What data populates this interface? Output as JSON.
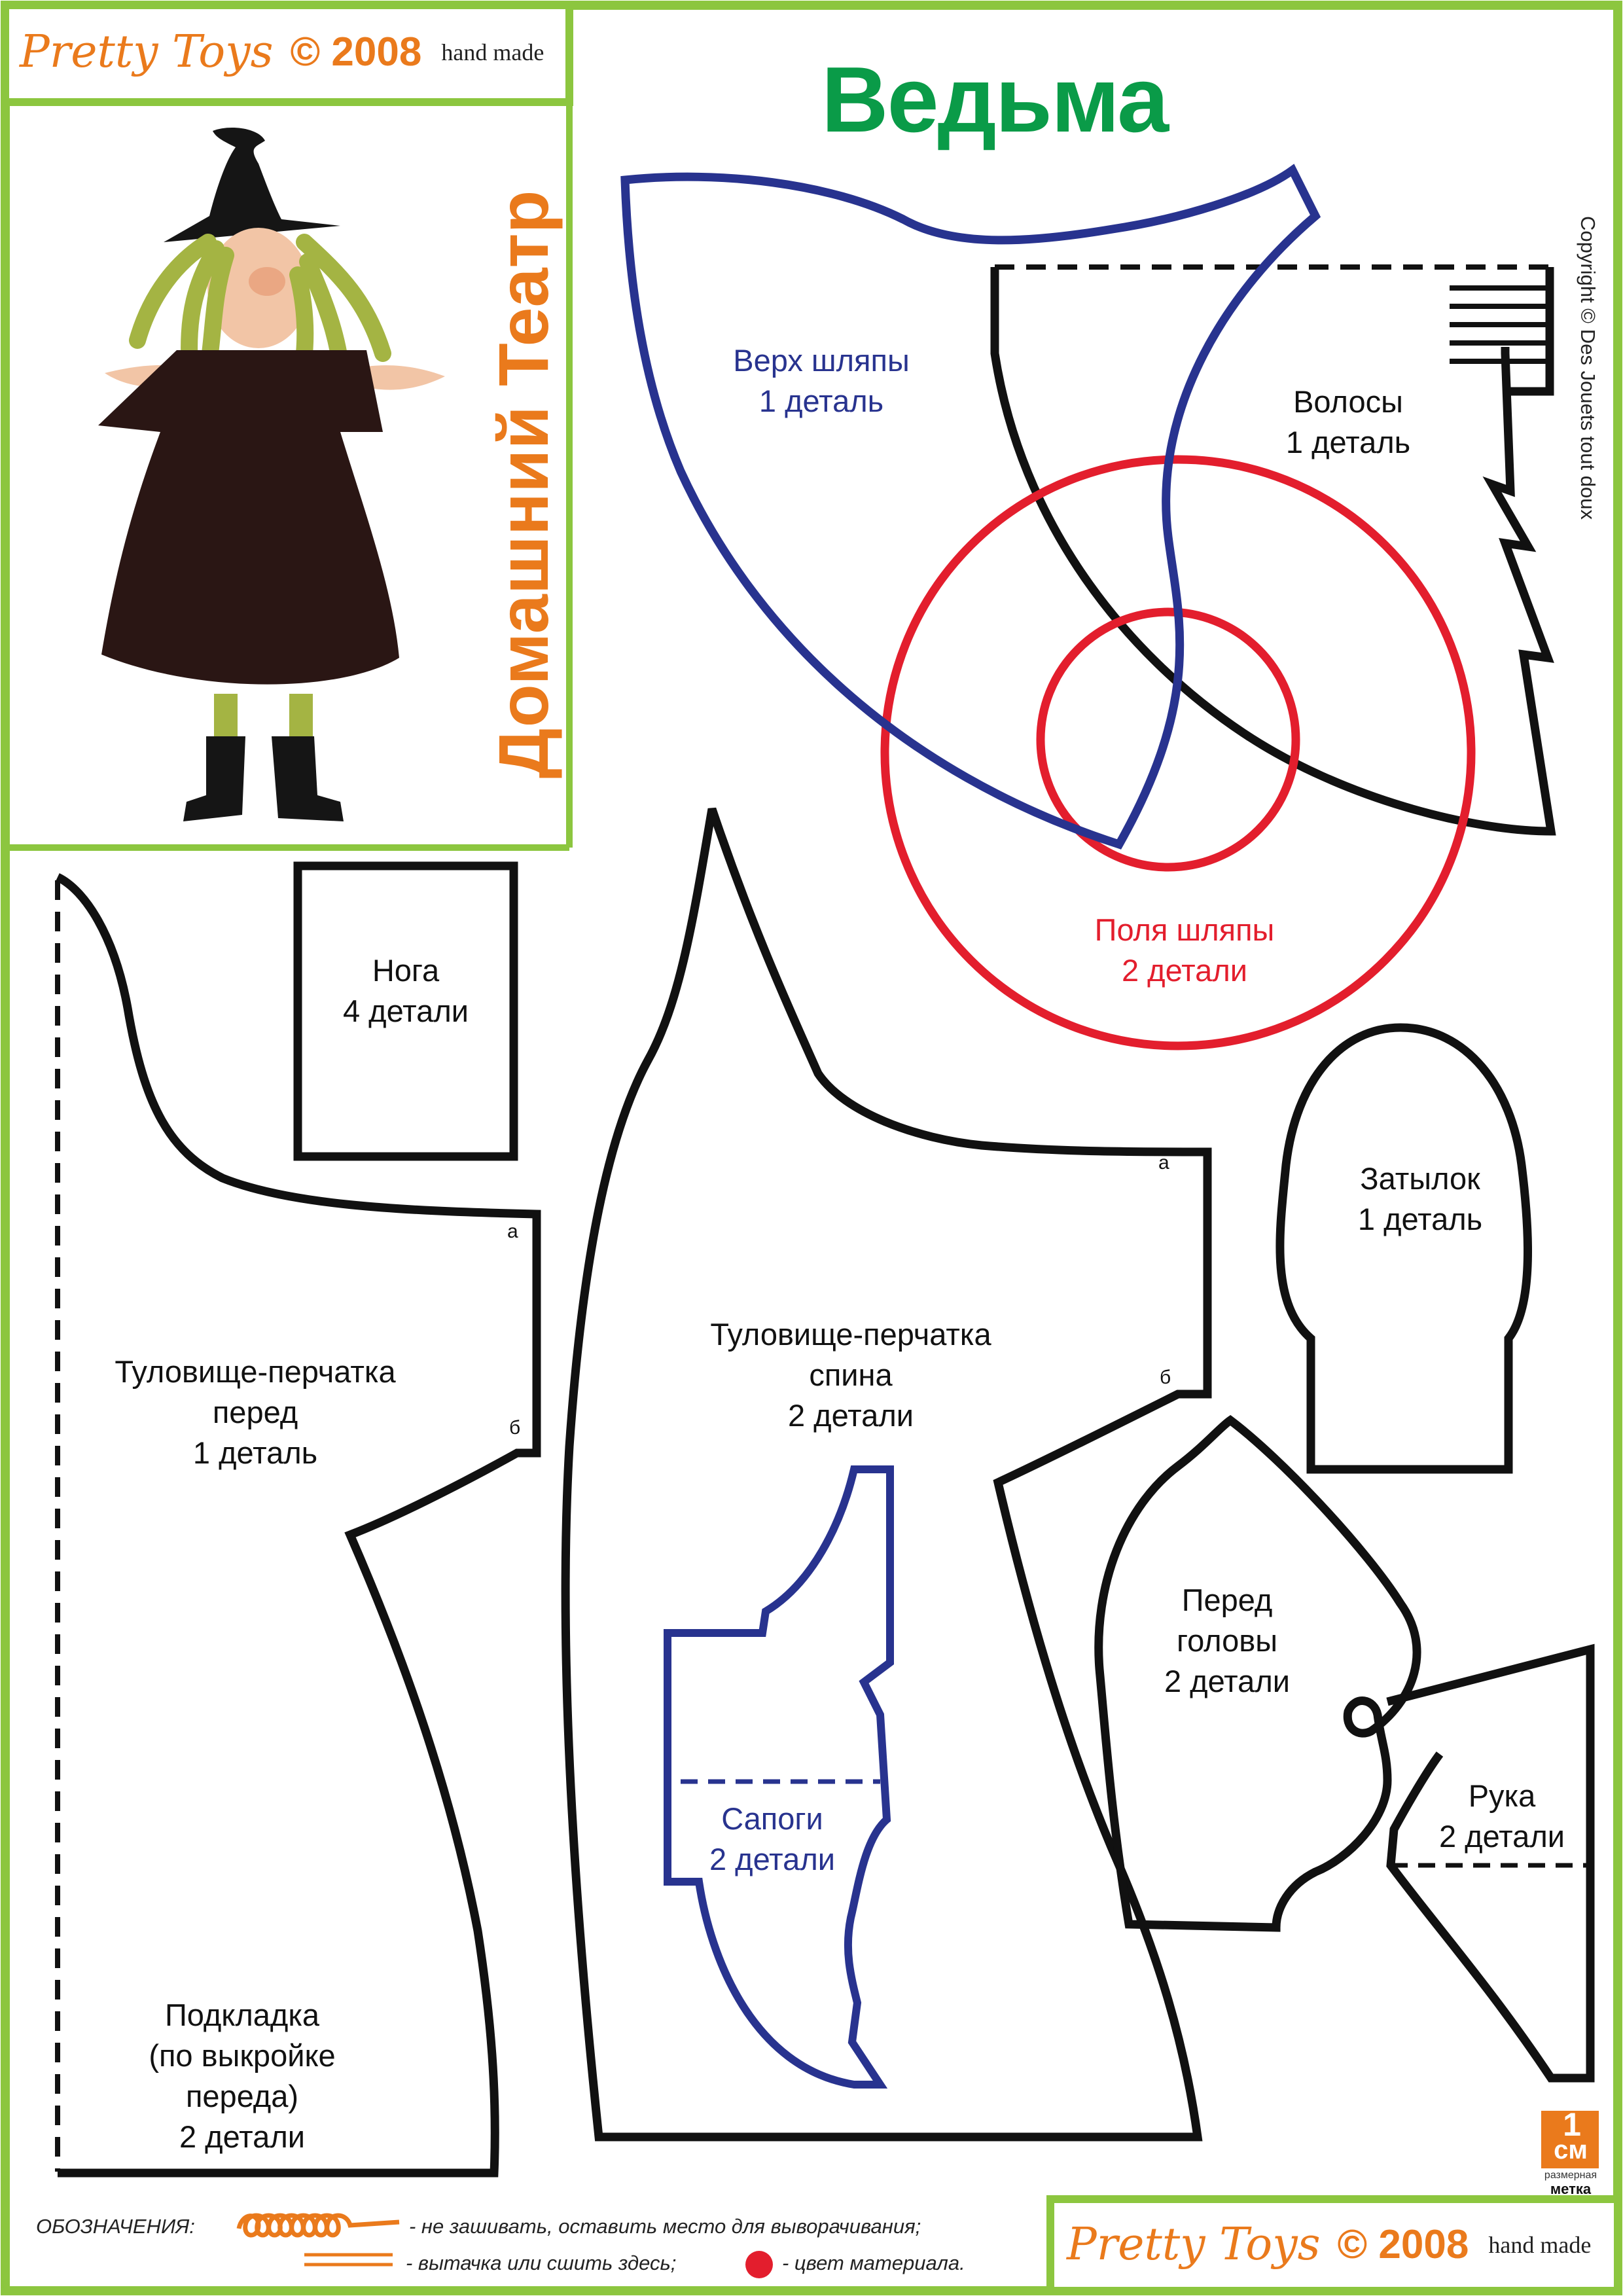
{
  "header": {
    "brand_script": "Pretty Toys",
    "brand_year": "© 2008",
    "brand_handmade": "hand made",
    "title": "Ведьма",
    "vertical_title": "Домашний Театр",
    "copyright": "Copyright © Des Jouets tout doux"
  },
  "pieces": {
    "hat_top": {
      "name": "Верх шляпы",
      "count": "1 деталь",
      "color": "#28338f"
    },
    "hair": {
      "name": "Волосы",
      "count": "1 деталь",
      "color": "#111111"
    },
    "hat_brim": {
      "name": "Поля шляпы",
      "count": "2 детали",
      "color": "#e31e2d"
    },
    "leg": {
      "name": "Нога",
      "count": "4 детали"
    },
    "body_front": {
      "name": "Туловище-перчатка",
      "side": "перед",
      "count": "1 деталь"
    },
    "body_back": {
      "name": "Туловище-перчатка",
      "side": "спина",
      "count": "2 детали"
    },
    "head_back": {
      "name": "Затылок",
      "count": "1 деталь"
    },
    "head_front": {
      "name": "Перед",
      "side": "головы",
      "count": "2 детали"
    },
    "arm": {
      "name": "Рука",
      "count": "2 детали"
    },
    "boots": {
      "name": "Сапоги",
      "count": "2 детали",
      "color": "#28338f"
    },
    "lining": {
      "name": "Подкладка",
      "note1": "(по выкройке",
      "note2": "переда)",
      "count": "2 детали"
    }
  },
  "marks": {
    "a": "а",
    "b": "б"
  },
  "scale_badge": {
    "number": "1",
    "unit": "см",
    "line1": "размерная",
    "line2": "метка"
  },
  "legend": {
    "title": "ОБОЗНАЧЕНИЯ:",
    "item1": "- не зашивать, оставить место  для выворачивания;",
    "item2": "- вытачка или сшить здесь;",
    "item3": "- цвет материала."
  },
  "footer": {
    "brand_script": "Pretty Toys",
    "brand_year": "© 2008",
    "brand_handmade": "hand made"
  },
  "colors": {
    "frame_green": "#8cc63f",
    "title_green": "#0a9b48",
    "orange": "#ea7a1c",
    "blue": "#28338f",
    "red": "#e31e2d"
  }
}
